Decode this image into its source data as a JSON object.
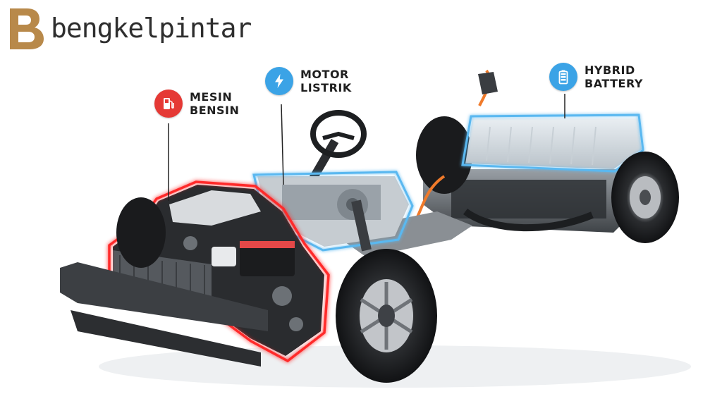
{
  "brand": {
    "name": "bengkelpintar",
    "logo_color": "#b8894a"
  },
  "callouts": [
    {
      "line1": "MESIN",
      "line2": "BENSIN",
      "icon": "fuel-pump-icon",
      "color": "#e53935"
    },
    {
      "line1": "MOTOR",
      "line2": "LISTRIK",
      "icon": "lightning-bolt-icon",
      "color": "#3ba3e6"
    },
    {
      "line1": "HYBRID",
      "line2": "BATTERY",
      "icon": "battery-icon",
      "color": "#3ba3e6"
    }
  ],
  "highlights": {
    "engine_color": "#ff2a2a",
    "electric_color": "#5ab8f0"
  }
}
